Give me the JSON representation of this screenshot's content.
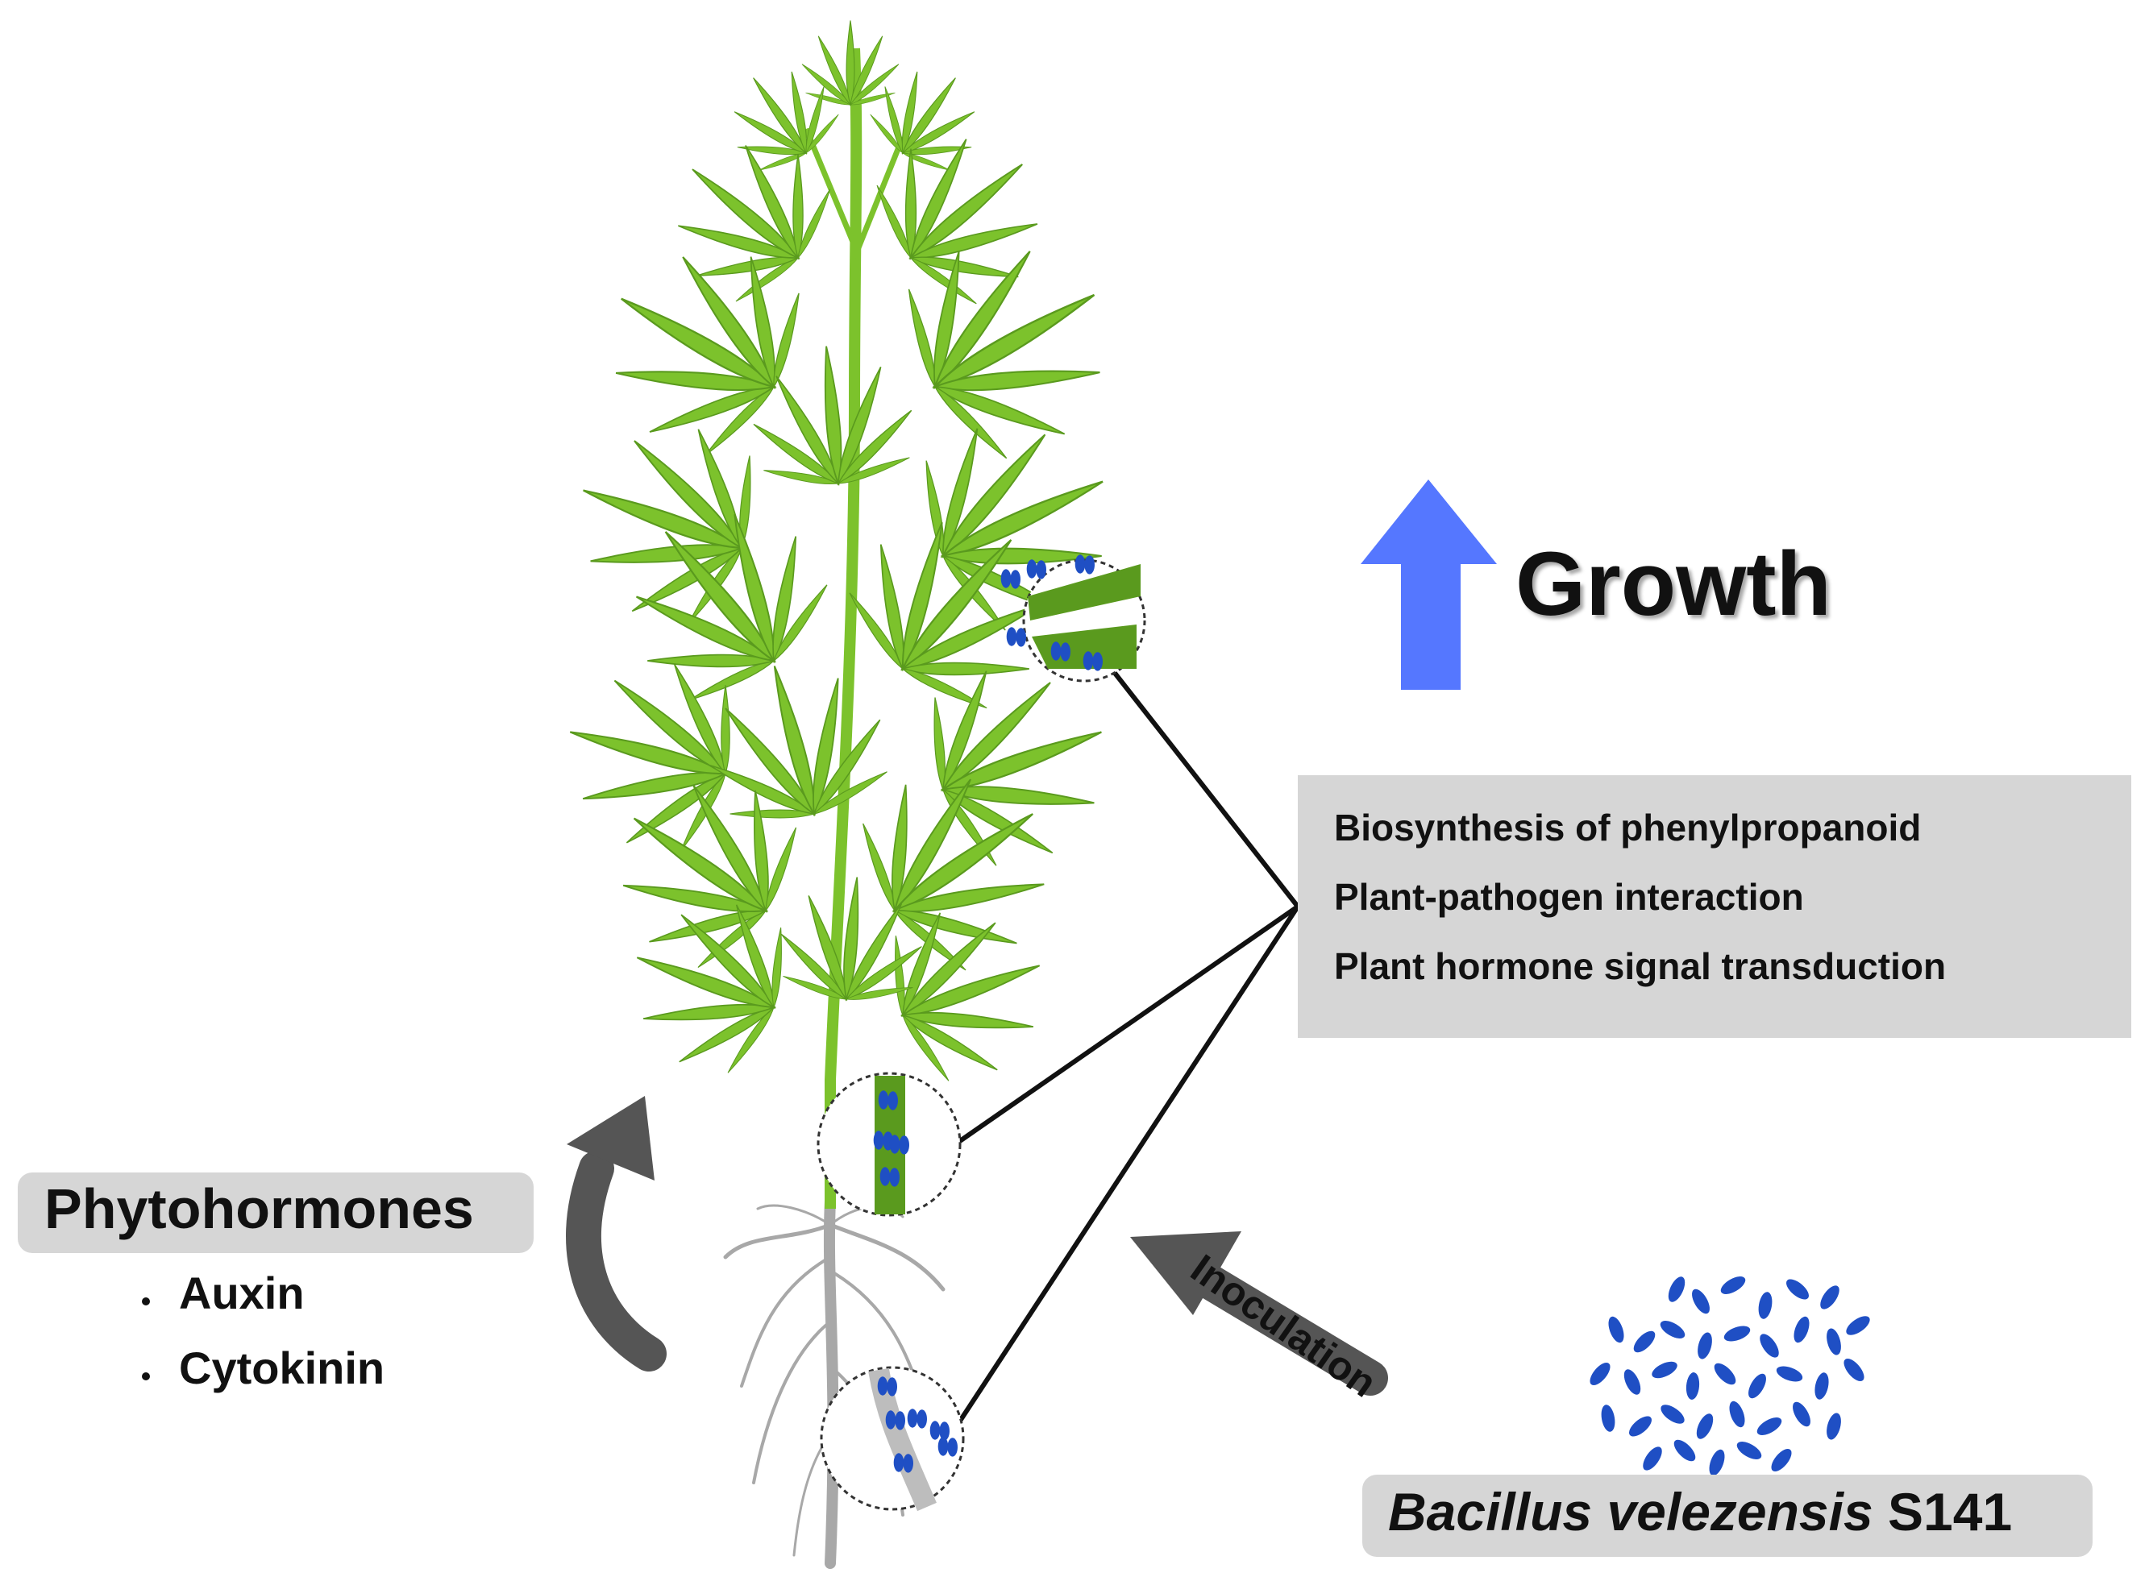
{
  "growth": {
    "label": "Growth",
    "arrow_color": "#5577ff"
  },
  "pathways": {
    "items": [
      "Biosynthesis of phenylpropanoid",
      "Plant-pathogen interaction",
      "Plant hormone signal transduction"
    ],
    "up_arrow_color": "#1faa55",
    "box_color": "#d6d6d6"
  },
  "phytohormones": {
    "title": "Phytohormones",
    "items": [
      "Auxin",
      "Cytokinin"
    ]
  },
  "inoculation": {
    "label": "Inoculation"
  },
  "strain": {
    "genus_species": "Bacillus velezensis",
    "strain_id": "S141"
  },
  "colors": {
    "leaf": "#7cc22c",
    "leaf_dark": "#5a9a1e",
    "bacteria": "#1f4fc4",
    "flow_arrow": "#555555",
    "root": "#a8a8a8"
  }
}
